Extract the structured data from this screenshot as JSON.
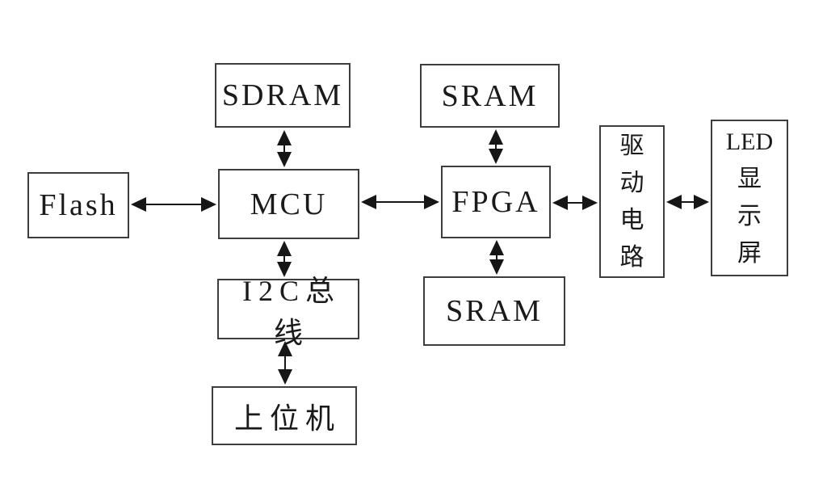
{
  "diagram": {
    "nodes": {
      "sdram": {
        "label": "SDRAM"
      },
      "sram_top": {
        "label": "SRAM"
      },
      "flash": {
        "label": "Flash"
      },
      "mcu": {
        "label": "MCU"
      },
      "fpga": {
        "label": "FPGA"
      },
      "driver": {
        "label": "驱动电路",
        "display": "驱\n动\n电\n路"
      },
      "led": {
        "label": "LED显示屏",
        "display": "LED\n显\n示\n屏"
      },
      "i2c": {
        "label": "I2C总线"
      },
      "sram_bottom": {
        "label": "SRAM"
      },
      "host": {
        "label": "上位机"
      }
    },
    "edges": [
      {
        "from": "flash",
        "to": "mcu",
        "bidirectional": true
      },
      {
        "from": "sdram",
        "to": "mcu",
        "bidirectional": true
      },
      {
        "from": "mcu",
        "to": "i2c",
        "bidirectional": true
      },
      {
        "from": "i2c",
        "to": "host",
        "bidirectional": true
      },
      {
        "from": "mcu",
        "to": "fpga",
        "bidirectional": true
      },
      {
        "from": "sram_top",
        "to": "fpga",
        "bidirectional": true
      },
      {
        "from": "fpga",
        "to": "sram_bottom",
        "bidirectional": true
      },
      {
        "from": "fpga",
        "to": "driver",
        "bidirectional": true
      },
      {
        "from": "driver",
        "to": "led",
        "bidirectional": true
      }
    ],
    "colors": {
      "line": "#161616",
      "box_border": "#3d3d3d",
      "background": "#ffffff",
      "text": "#1a1a1a"
    }
  }
}
